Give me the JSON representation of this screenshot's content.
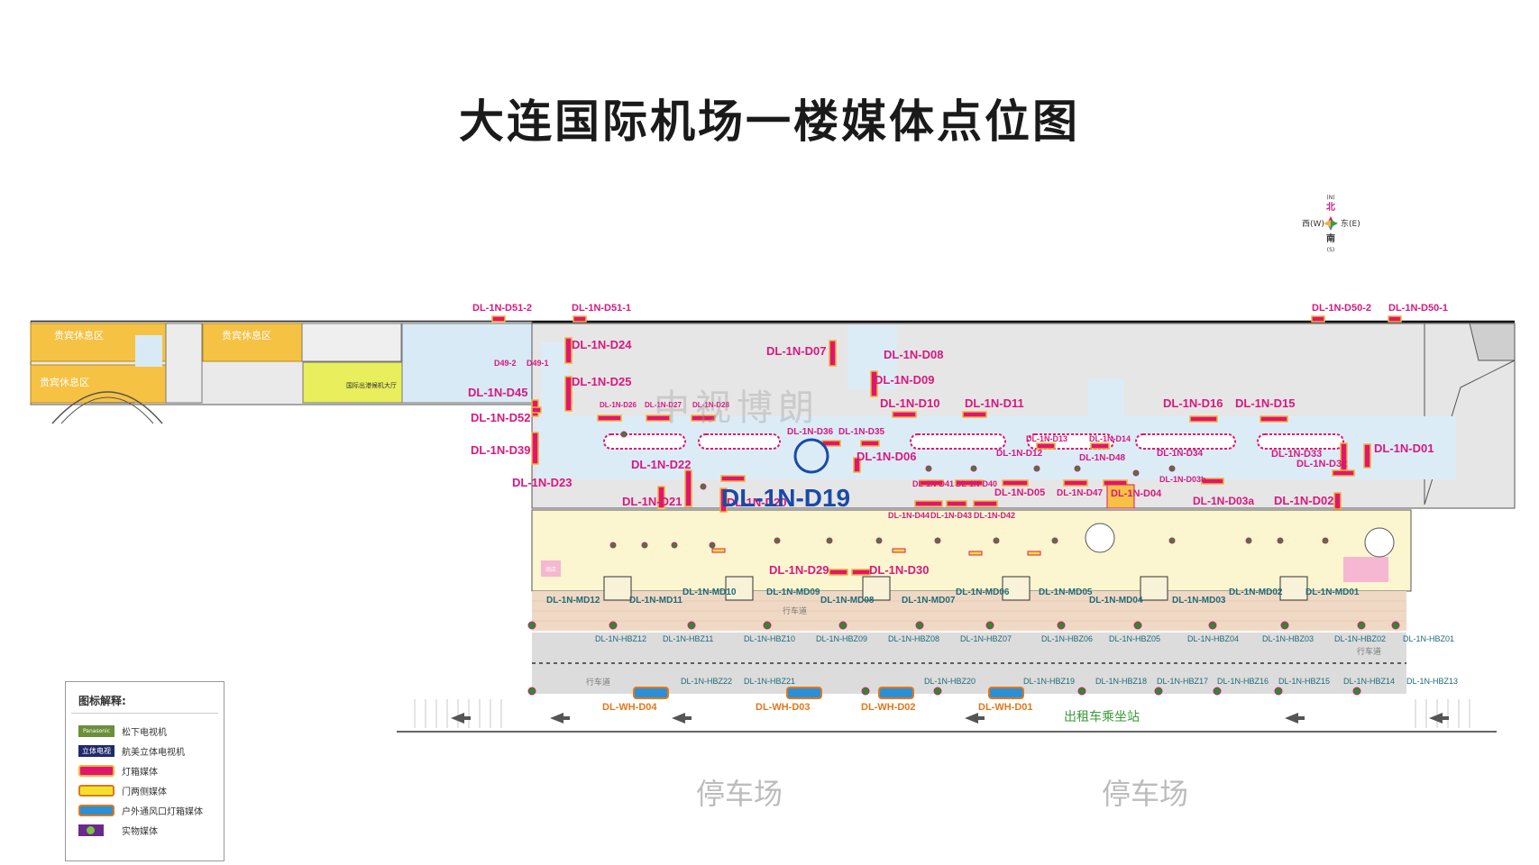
{
  "title": "大连国际机场一楼媒体点位图",
  "compass": {
    "north": "北",
    "north_en": "(N)",
    "east": "东(E)",
    "west": "西(W)",
    "south": "南",
    "south_en": "(S)"
  },
  "watermark": "中视博朗",
  "zones": {
    "vip1": "贵宾休息区",
    "vip2": "贵宾休息区",
    "vip3": "贵宾休息区",
    "intl": "国际出港候机大厅",
    "store": "商店",
    "road1": "行车道",
    "road2": "行车道",
    "road3": "行车道",
    "taxi": "出租车乘坐站",
    "parking1": "停车场",
    "parking2": "停车场"
  },
  "labels": {
    "d51_2": "DL-1N-D51-2",
    "d51_1": "DL-1N-D51-1",
    "d50_2": "DL-1N-D50-2",
    "d50_1": "DL-1N-D50-1",
    "d24": "DL-1N-D24",
    "d25": "DL-1N-D25",
    "d49_2": "D49-2",
    "d49_1": "D49-1",
    "d45": "DL-1N-D45",
    "d52": "DL-1N-D52",
    "d39": "DL-1N-D39",
    "d23": "DL-1N-D23",
    "d26": "DL-1N-D26",
    "d27": "DL-1N-D27",
    "d28": "DL-1N-D28",
    "d07": "DL-1N-D07",
    "d08": "DL-1N-D08",
    "d09": "DL-1N-D09",
    "d10": "DL-1N-D10",
    "d11": "DL-1N-D11",
    "d16": "DL-1N-D16",
    "d15": "DL-1N-D15",
    "d36": "DL-1N-D36",
    "d35": "DL-1N-D35",
    "d06": "DL-1N-D06",
    "d13": "DL-1N-D13",
    "d14": "DL-1N-D14",
    "d12": "DL-1N-D12",
    "d48": "DL-1N-D48",
    "d34": "DL-1N-D34",
    "d33": "DL-1N-D33",
    "d32": "DL-1N-D32",
    "d01": "DL-1N-D01",
    "d22": "DL-1N-D22",
    "d21": "DL-1N-D21",
    "d20": "DL-1N-D20",
    "d19": "DL-1N-D19",
    "d05": "DL-1N-D05",
    "d47": "DL-1N-D47",
    "d04": "DL-1N-D04",
    "d03b": "DL-1N-D03b",
    "d03a": "DL-1N-D03a",
    "d02": "DL-1N-D02",
    "d41": "DL-1N-D41",
    "d40": "DL-1N-D40",
    "d44": "DL-1N-D44",
    "d43": "DL-1N-D43",
    "d42": "DL-1N-D42",
    "d29": "DL-1N-D29",
    "d30": "DL-1N-D30",
    "md12": "DL-1N-MD12",
    "md11": "DL-1N-MD11",
    "md10": "DL-1N-MD10",
    "md09": "DL-1N-MD09",
    "md08": "DL-1N-MD08",
    "md07": "DL-1N-MD07",
    "md06": "DL-1N-MD06",
    "md05": "DL-1N-MD05",
    "md04": "DL-1N-MD04",
    "md03": "DL-1N-MD03",
    "md02": "DL-1N-MD02",
    "md01": "DL-1N-MD01",
    "hbz12": "DL-1N-HBZ12",
    "hbz11": "DL-1N-HBZ11",
    "hbz10": "DL-1N-HBZ10",
    "hbz09": "DL-1N-HBZ09",
    "hbz08": "DL-1N-HBZ08",
    "hbz07": "DL-1N-HBZ07",
    "hbz06": "DL-1N-HBZ06",
    "hbz05": "DL-1N-HBZ05",
    "hbz04": "DL-1N-HBZ04",
    "hbz03": "DL-1N-HBZ03",
    "hbz02": "DL-1N-HBZ02",
    "hbz01": "DL-1N-HBZ01",
    "hbz22": "DL-1N-HBZ22",
    "hbz21": "DL-1N-HBZ21",
    "hbz20": "DL-1N-HBZ20",
    "hbz19": "DL-1N-HBZ19",
    "hbz18": "DL-1N-HBZ18",
    "hbz17": "DL-1N-HBZ17",
    "hbz16": "DL-1N-HBZ16",
    "hbz15": "DL-1N-HBZ15",
    "hbz14": "DL-1N-HBZ14",
    "hbz13": "DL-1N-HBZ13",
    "wh04": "DL-WH-D04",
    "wh03": "DL-WH-D03",
    "wh02": "DL-WH-D02",
    "wh01": "DL-WH-D01"
  },
  "legend": {
    "title": "图标解释:",
    "items": [
      {
        "label": "松下电视机",
        "swatch_text": "Panasonic",
        "color": "#6b8f3a"
      },
      {
        "label": "航美立体电视机",
        "swatch_text": "立体电视",
        "color": "#1f2a6b"
      },
      {
        "label": "灯箱媒体",
        "swatch_text": "",
        "color": "#e0166e"
      },
      {
        "label": "门两侧媒体",
        "swatch_text": "",
        "color": "#f2e12b"
      },
      {
        "label": "户外通风口灯箱媒体",
        "swatch_text": "",
        "color": "#2a8fd6"
      },
      {
        "label": "实物媒体",
        "swatch_text": "",
        "color": "#6a2a8c"
      }
    ]
  },
  "colors": {
    "lightbox": "#e0166e",
    "lightbox_border": "#f0b437",
    "vip": "#f6c244",
    "hall": "#e6e6e6",
    "concourse": "#dcecf7",
    "checkin": "#fbf6cf",
    "road": "#dcdcdc",
    "curb": "#f0d9c4",
    "accent": "#1a4aa8"
  }
}
